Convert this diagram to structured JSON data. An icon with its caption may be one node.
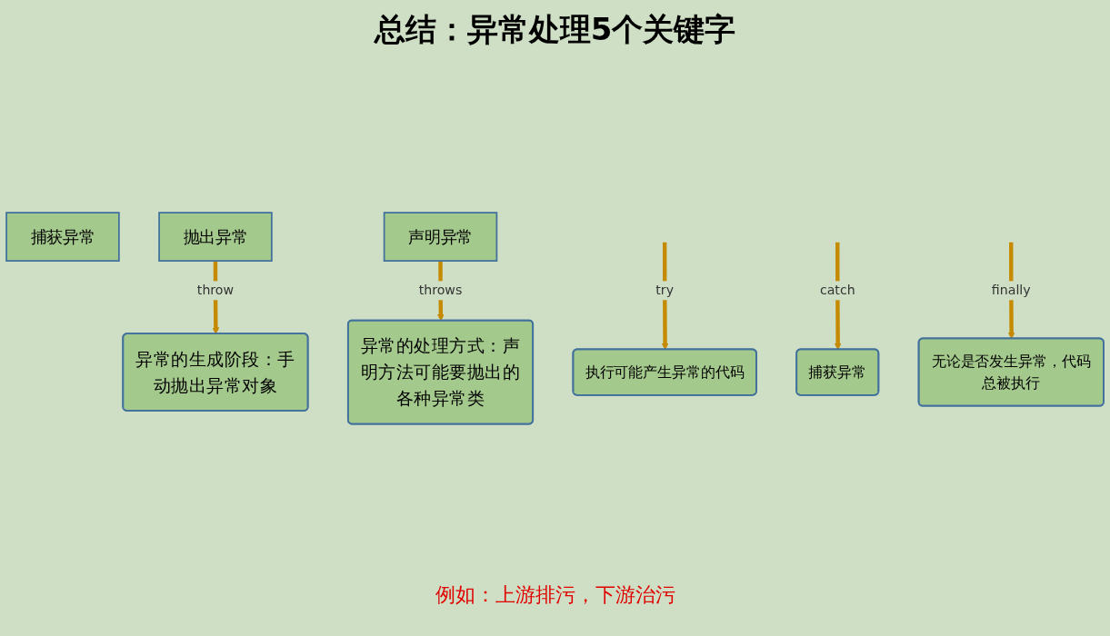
{
  "diagram": {
    "title": "总结：异常处理5个关键字",
    "nodes": [
      {
        "text": [
          "捕获异常"
        ]
      },
      {
        "text": [
          "抛出异常"
        ]
      },
      {
        "text": [
          "声明异常"
        ]
      },
      {
        "text": [
          "执行可能产生异常的代码"
        ]
      },
      {
        "text": [
          "异常的生成阶段：",
          "手动抛出异常对象"
        ]
      },
      {
        "text": [
          "异常的处理方式：",
          "声明方法可能要抛出的各种异常类"
        ]
      },
      {
        "text": [
          "捕获异常"
        ]
      },
      {
        "text": [
          "无论是否发生异常，代码总被执行"
        ]
      }
    ],
    "edges": [
      {
        "from": null,
        "to": 3,
        "arrow": "to",
        "label": "try"
      },
      {
        "from": null,
        "to": 6,
        "arrow": "to",
        "label": "catch"
      },
      {
        "from": null,
        "to": 7,
        "arrow": "to",
        "label": "finally"
      },
      {
        "from": 1,
        "to": 4,
        "arrow": "to",
        "label": "throw"
      },
      {
        "from": 2,
        "to": 5,
        "arrow": "to",
        "label": "throws"
      }
    ],
    "labels": [
      "例如：上游排污，下游治污"
    ]
  }
}
